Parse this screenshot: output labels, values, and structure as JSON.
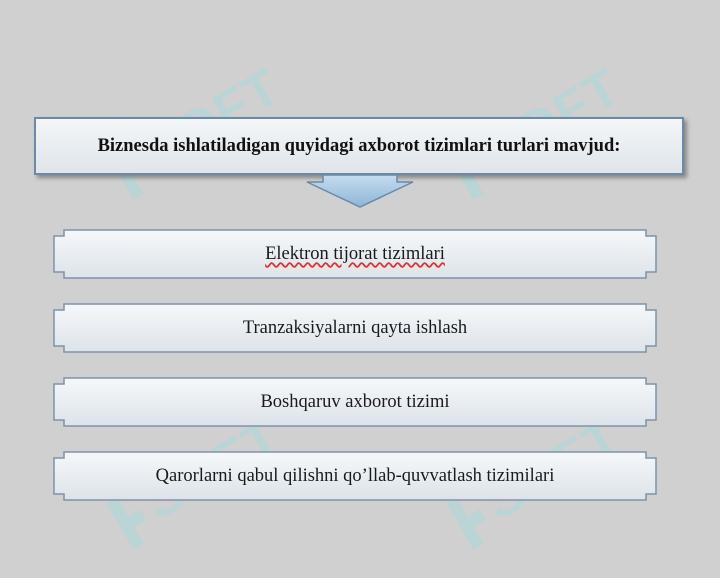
{
  "watermark_text": "SOFT",
  "header": {
    "text": "Biznesda ishlatiladigan quyidagi axborot tizimlari turlari mavjud:"
  },
  "items": [
    {
      "label": "Elektron tijorat tizimlari"
    },
    {
      "label": "Tranzaksiyalarni qayta ishlash"
    },
    {
      "label": "Boshqaruv axborot tizimi"
    },
    {
      "label": "Qarorlarni qabul qilishni qo’llab-quvvatlash tizimilari"
    }
  ],
  "colors": {
    "background": "#d0d0d0",
    "box_border": "#6a8aa8",
    "box_fill_top": "#f4f6f8",
    "box_fill_bottom": "#dfe5ea",
    "arrow_fill": "#9fc2de",
    "watermark": "#96dce1"
  }
}
